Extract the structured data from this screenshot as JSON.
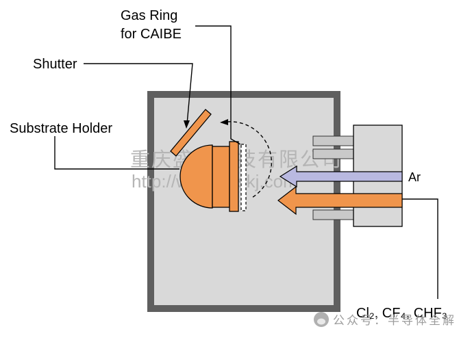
{
  "labels": {
    "gas_ring_line1": "Gas Ring",
    "gas_ring_line2": "for CAIBE",
    "shutter": "Shutter",
    "substrate_holder": "Substrate Holder",
    "argon": "Ar",
    "etch_gases": "Cl₂, CF₄, CHF₃"
  },
  "watermark": {
    "company": "重庆盛世科技有限公司",
    "url": "http://www.cqskj.com",
    "account": "公众号：半导体全解"
  },
  "colors": {
    "chamber_fill": "#d9d9d9",
    "chamber_border": "#5f5f5f",
    "orange": "#f0954c",
    "argon_blue": "#b9b9e0",
    "grid_gray": "#c9c9c9",
    "source_gray": "#d9d9d9",
    "watermark_gray": "#b5b5b5"
  }
}
